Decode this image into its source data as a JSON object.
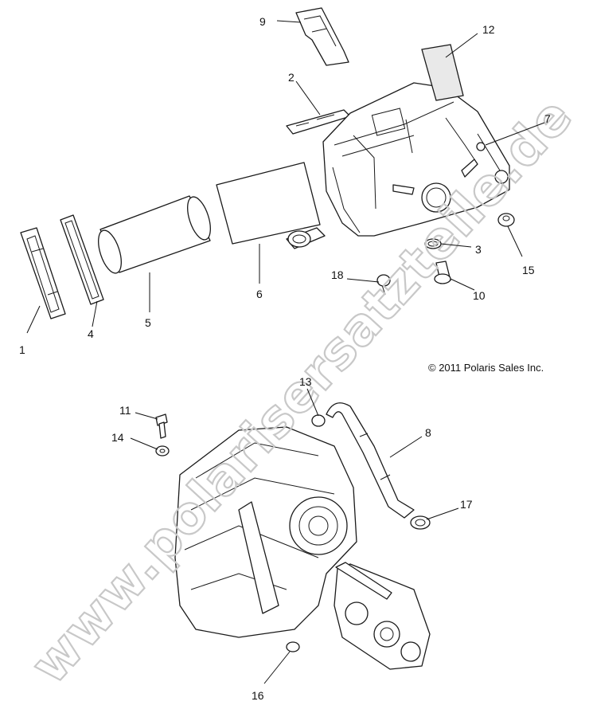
{
  "watermark": "www.polarisersatzteile.de",
  "copyright": "© 2011 Polaris Sales Inc.",
  "callouts": [
    "1",
    "2",
    "3",
    "4",
    "5",
    "6",
    "7",
    "8",
    "9",
    "10",
    "11",
    "12",
    "13",
    "14",
    "15",
    "16",
    "17",
    "18"
  ],
  "colors": {
    "line": "#1a1a1a",
    "watermark": "#c8c8c8",
    "background": "#ffffff"
  }
}
